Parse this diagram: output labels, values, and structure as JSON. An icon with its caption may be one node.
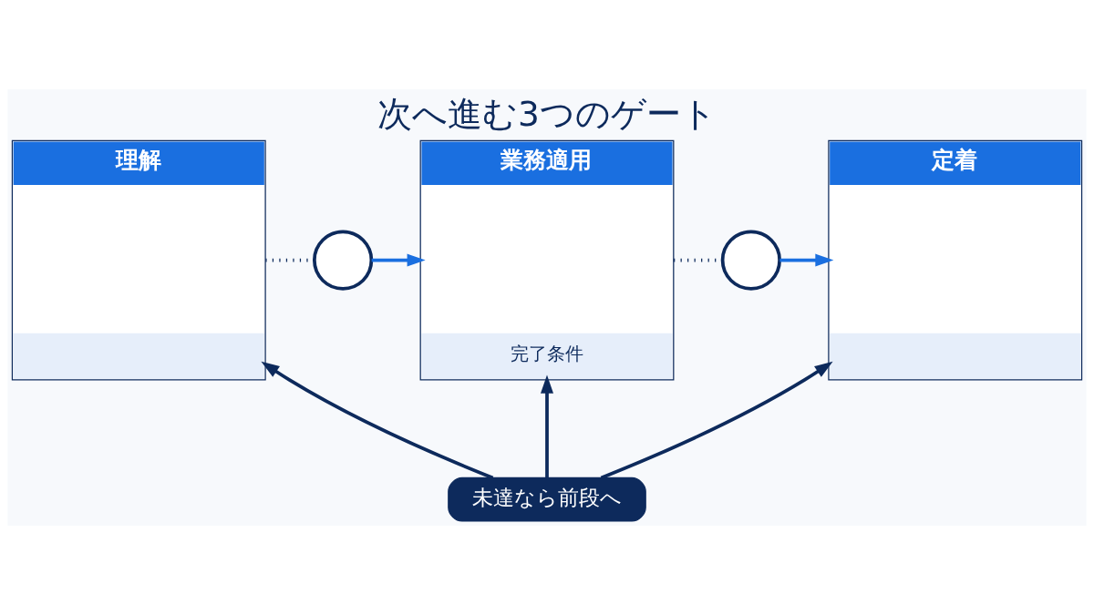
{
  "diagram": {
    "title": "次へ進む3つのゲート",
    "nodes": [
      {
        "text": [
          "理解"
        ]
      },
      {
        "text": [
          "業務適用",
          "完了条件"
        ]
      },
      {
        "text": [
          "定着"
        ]
      },
      {
        "text": [],
        "shape": "circle"
      },
      {
        "text": [],
        "shape": "circle"
      },
      {
        "text": [
          "未達なら前段へ"
        ]
      }
    ],
    "edges": [
      {
        "from": 0,
        "to": 3,
        "arrow": "none",
        "style": "dashed"
      },
      {
        "from": 3,
        "to": 1,
        "arrow": "to",
        "color": "#1a6fe0"
      },
      {
        "from": 1,
        "to": 4,
        "arrow": "none",
        "style": "dashed"
      },
      {
        "from": 4,
        "to": 2,
        "arrow": "to",
        "color": "#1a6fe0"
      },
      {
        "from": 5,
        "to": 0,
        "arrow": "to"
      },
      {
        "from": 5,
        "to": 1,
        "arrow": "to"
      },
      {
        "from": 5,
        "to": 2,
        "arrow": "to"
      }
    ]
  }
}
